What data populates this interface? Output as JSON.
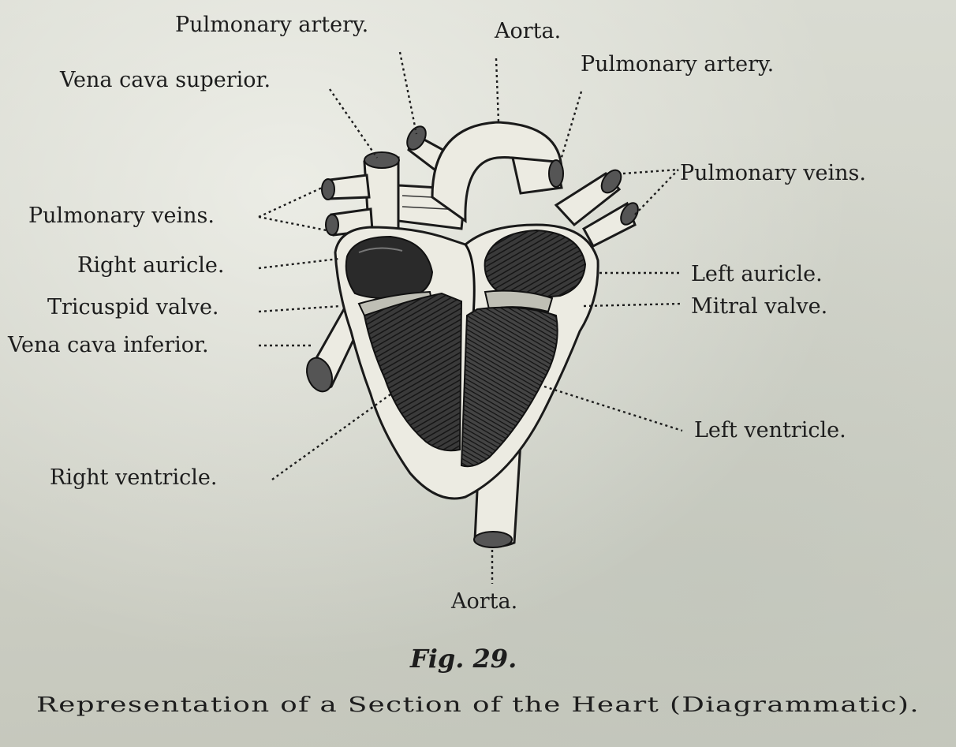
{
  "labels": {
    "pulmonary_artery_left": "Pulmonary artery.",
    "aorta_top": "Aorta.",
    "pulmonary_artery_right": "Pulmonary artery.",
    "vena_cava_superior": "Vena cava superior.",
    "pulmonary_veins_right": "Pulmonary veins.",
    "pulmonary_veins_left": "Pulmonary veins.",
    "right_auricle": "Right auricle.",
    "left_auricle": "Left auricle.",
    "tricuspid_valve": "Tricuspid valve.",
    "mitral_valve": "Mitral valve.",
    "vena_cava_inferior": "Vena cava inferior.",
    "left_ventricle": "Left ventricle.",
    "right_ventricle": "Right ventricle.",
    "aorta_bottom": "Aorta."
  },
  "figure": {
    "number": "Fig. 29.",
    "caption": "Representation of a Section of the Heart (Diagrammatic)."
  }
}
